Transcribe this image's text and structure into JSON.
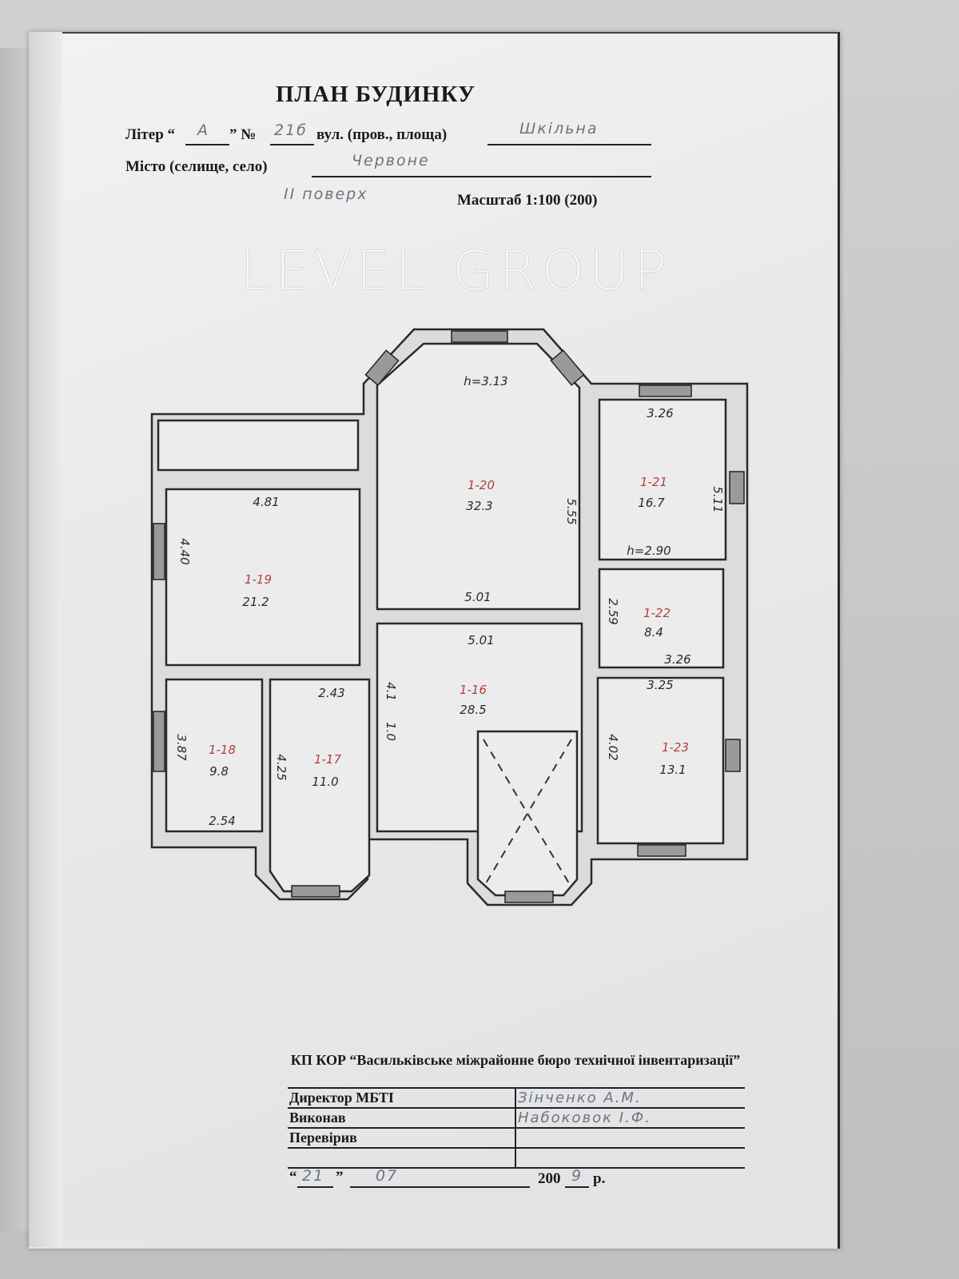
{
  "document": {
    "title": "ПЛАН БУДИНКУ",
    "liter_label": "Літер “",
    "liter_mid": "” №",
    "liter_value": "А",
    "number_value": "21б",
    "street_label": "вул. (пров., площа)",
    "street_value": "Шкільна",
    "city_label": "Місто (селище, село)",
    "city_value": "Червоне",
    "floor_value": "ІІ поверх",
    "scale": "Масштаб 1:100 (200)"
  },
  "rooms": [
    {
      "id": "1-20",
      "area": "32.3",
      "dims": [
        "h=3.13",
        "5.55",
        "5.01"
      ]
    },
    {
      "id": "1-21",
      "area": "16.7",
      "dims": [
        "3.26",
        "5.11",
        "h=2.90"
      ]
    },
    {
      "id": "1-19",
      "area": "21.2",
      "dims": [
        "4.81",
        "4.40"
      ]
    },
    {
      "id": "1-22",
      "area": "8.4",
      "dims": [
        "2.59",
        "3.26"
      ]
    },
    {
      "id": "1-16",
      "area": "28.5",
      "dims": [
        "5.01",
        "4.1",
        "1.0"
      ]
    },
    {
      "id": "1-18",
      "area": "9.8",
      "dims": [
        "3.87",
        "2.54"
      ]
    },
    {
      "id": "1-17",
      "area": "11.0",
      "dims": [
        "2.43",
        "4.25"
      ]
    },
    {
      "id": "1-23",
      "area": "13.1",
      "dims": [
        "3.25",
        "4.02"
      ]
    }
  ],
  "watermark": "LEVEL GROUP",
  "footer": {
    "organization": "КП КОР “Васильківське міжрайонне бюро технічної інвентаризації”",
    "rows": [
      {
        "label": "Директор МБТІ",
        "value": "Зінченко А.М."
      },
      {
        "label": "Виконав",
        "value": "Набоковок І.Ф."
      },
      {
        "label": "Перевірив",
        "value": ""
      },
      {
        "label": "",
        "value": ""
      }
    ],
    "date_day": "21",
    "date_month": "07",
    "date_year_prefix": "200",
    "date_year_suffix": "9",
    "date_unit": "р."
  },
  "colors": {
    "ink": "#1a1a1a",
    "handwriting": "#6d7480",
    "room_id": "#b04040"
  }
}
